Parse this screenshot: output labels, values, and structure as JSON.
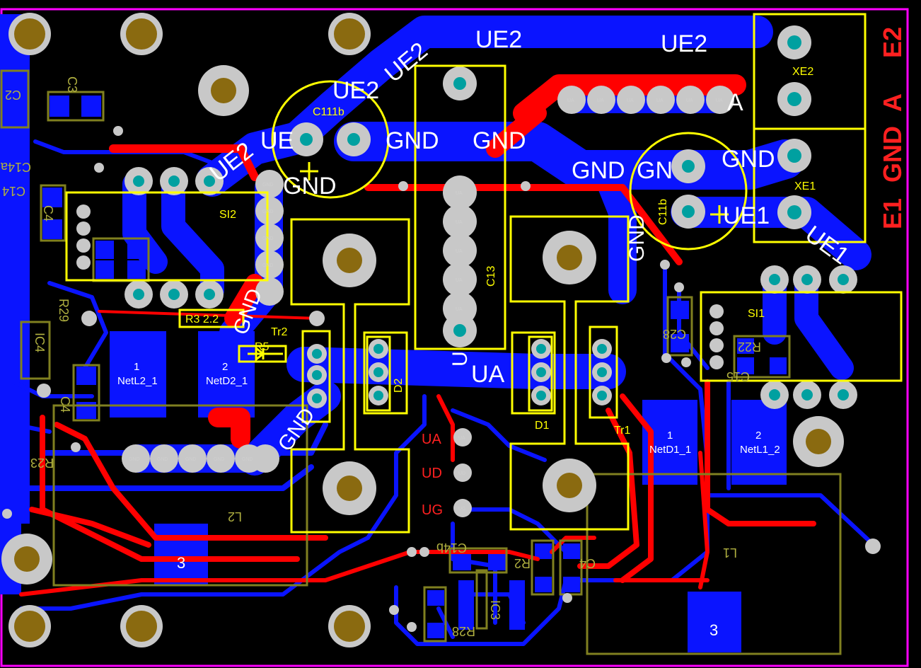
{
  "board": {
    "outline_color": "#ff00ff",
    "top_copper_color": "#ff0000",
    "bottom_copper_color": "#0a14ff",
    "silk_top_color": "#ffff00",
    "silk_bottom_color": "#808020",
    "pad_color": "#c8c8c8",
    "hole_color": "#8a6a10",
    "mask_color": "#00a0a0"
  },
  "edge_labels": [
    "E2",
    "A",
    "GND",
    "E1"
  ],
  "net_labels": {
    "ue2_a": "UE2",
    "ue2_b": "UE2",
    "ue2_c": "UE2",
    "ue2_d": "UE2",
    "ue2_e": "UE2",
    "ue2_f": "UE",
    "gnd_a": "GND",
    "gnd_b": "GND",
    "gnd_c": "GND",
    "gnd_d": "GND",
    "gnd_e": "GN",
    "gnd_f": "GND",
    "ue1_a": "UE1",
    "ue1_b": "UE1",
    "ua_a": "UA",
    "ua_b": "UA",
    "a_lbl": "A",
    "u_v": "U",
    "gnd_v": "GND",
    "gnd_v2": "GND",
    "gnd_v3": "GND"
  },
  "refdes": {
    "c111b": "C111b",
    "c11b": "C11b",
    "c13": "C13",
    "si2": "SI2",
    "si1": "SI1",
    "xe2": "XE2",
    "xe1": "XE1",
    "r3": "R3  2.2",
    "r5": "R5",
    "tr2": "Tr2",
    "tr1": "Tr1",
    "d2": "D2",
    "d1": "D1"
  },
  "signals": {
    "ua": "UA",
    "ud": "UD",
    "ug": "UG"
  },
  "bottom_silk": {
    "l2": "L2",
    "l1": "L1",
    "c28": "C28",
    "c15": "C15",
    "r22": "R22",
    "c14b": "C14b",
    "r2": "R2",
    "c4": "C4",
    "ic3": "IC3",
    "r28": "R28",
    "ic4": "IC4",
    "r29": "R29",
    "c14a": "C14a",
    "c4b": "C4",
    "c4c": "C4",
    "c3": "C3",
    "c2": "C2",
    "r23": "R23",
    "c14c": "C14"
  },
  "smd_pads": {
    "netl2_1": [
      "1",
      "NetL2_1"
    ],
    "netd2_1": [
      "2",
      "NetD2_1"
    ],
    "netd1_1": [
      "1",
      "NetD1_1"
    ],
    "netl1_2": [
      "2",
      "NetL1_2"
    ],
    "pad3_left": "3",
    "pad3_right": "3"
  },
  "pad_texts": {
    "gnd": "GND",
    "ua": "UA",
    "ud": "UD",
    "ug": "UG"
  }
}
